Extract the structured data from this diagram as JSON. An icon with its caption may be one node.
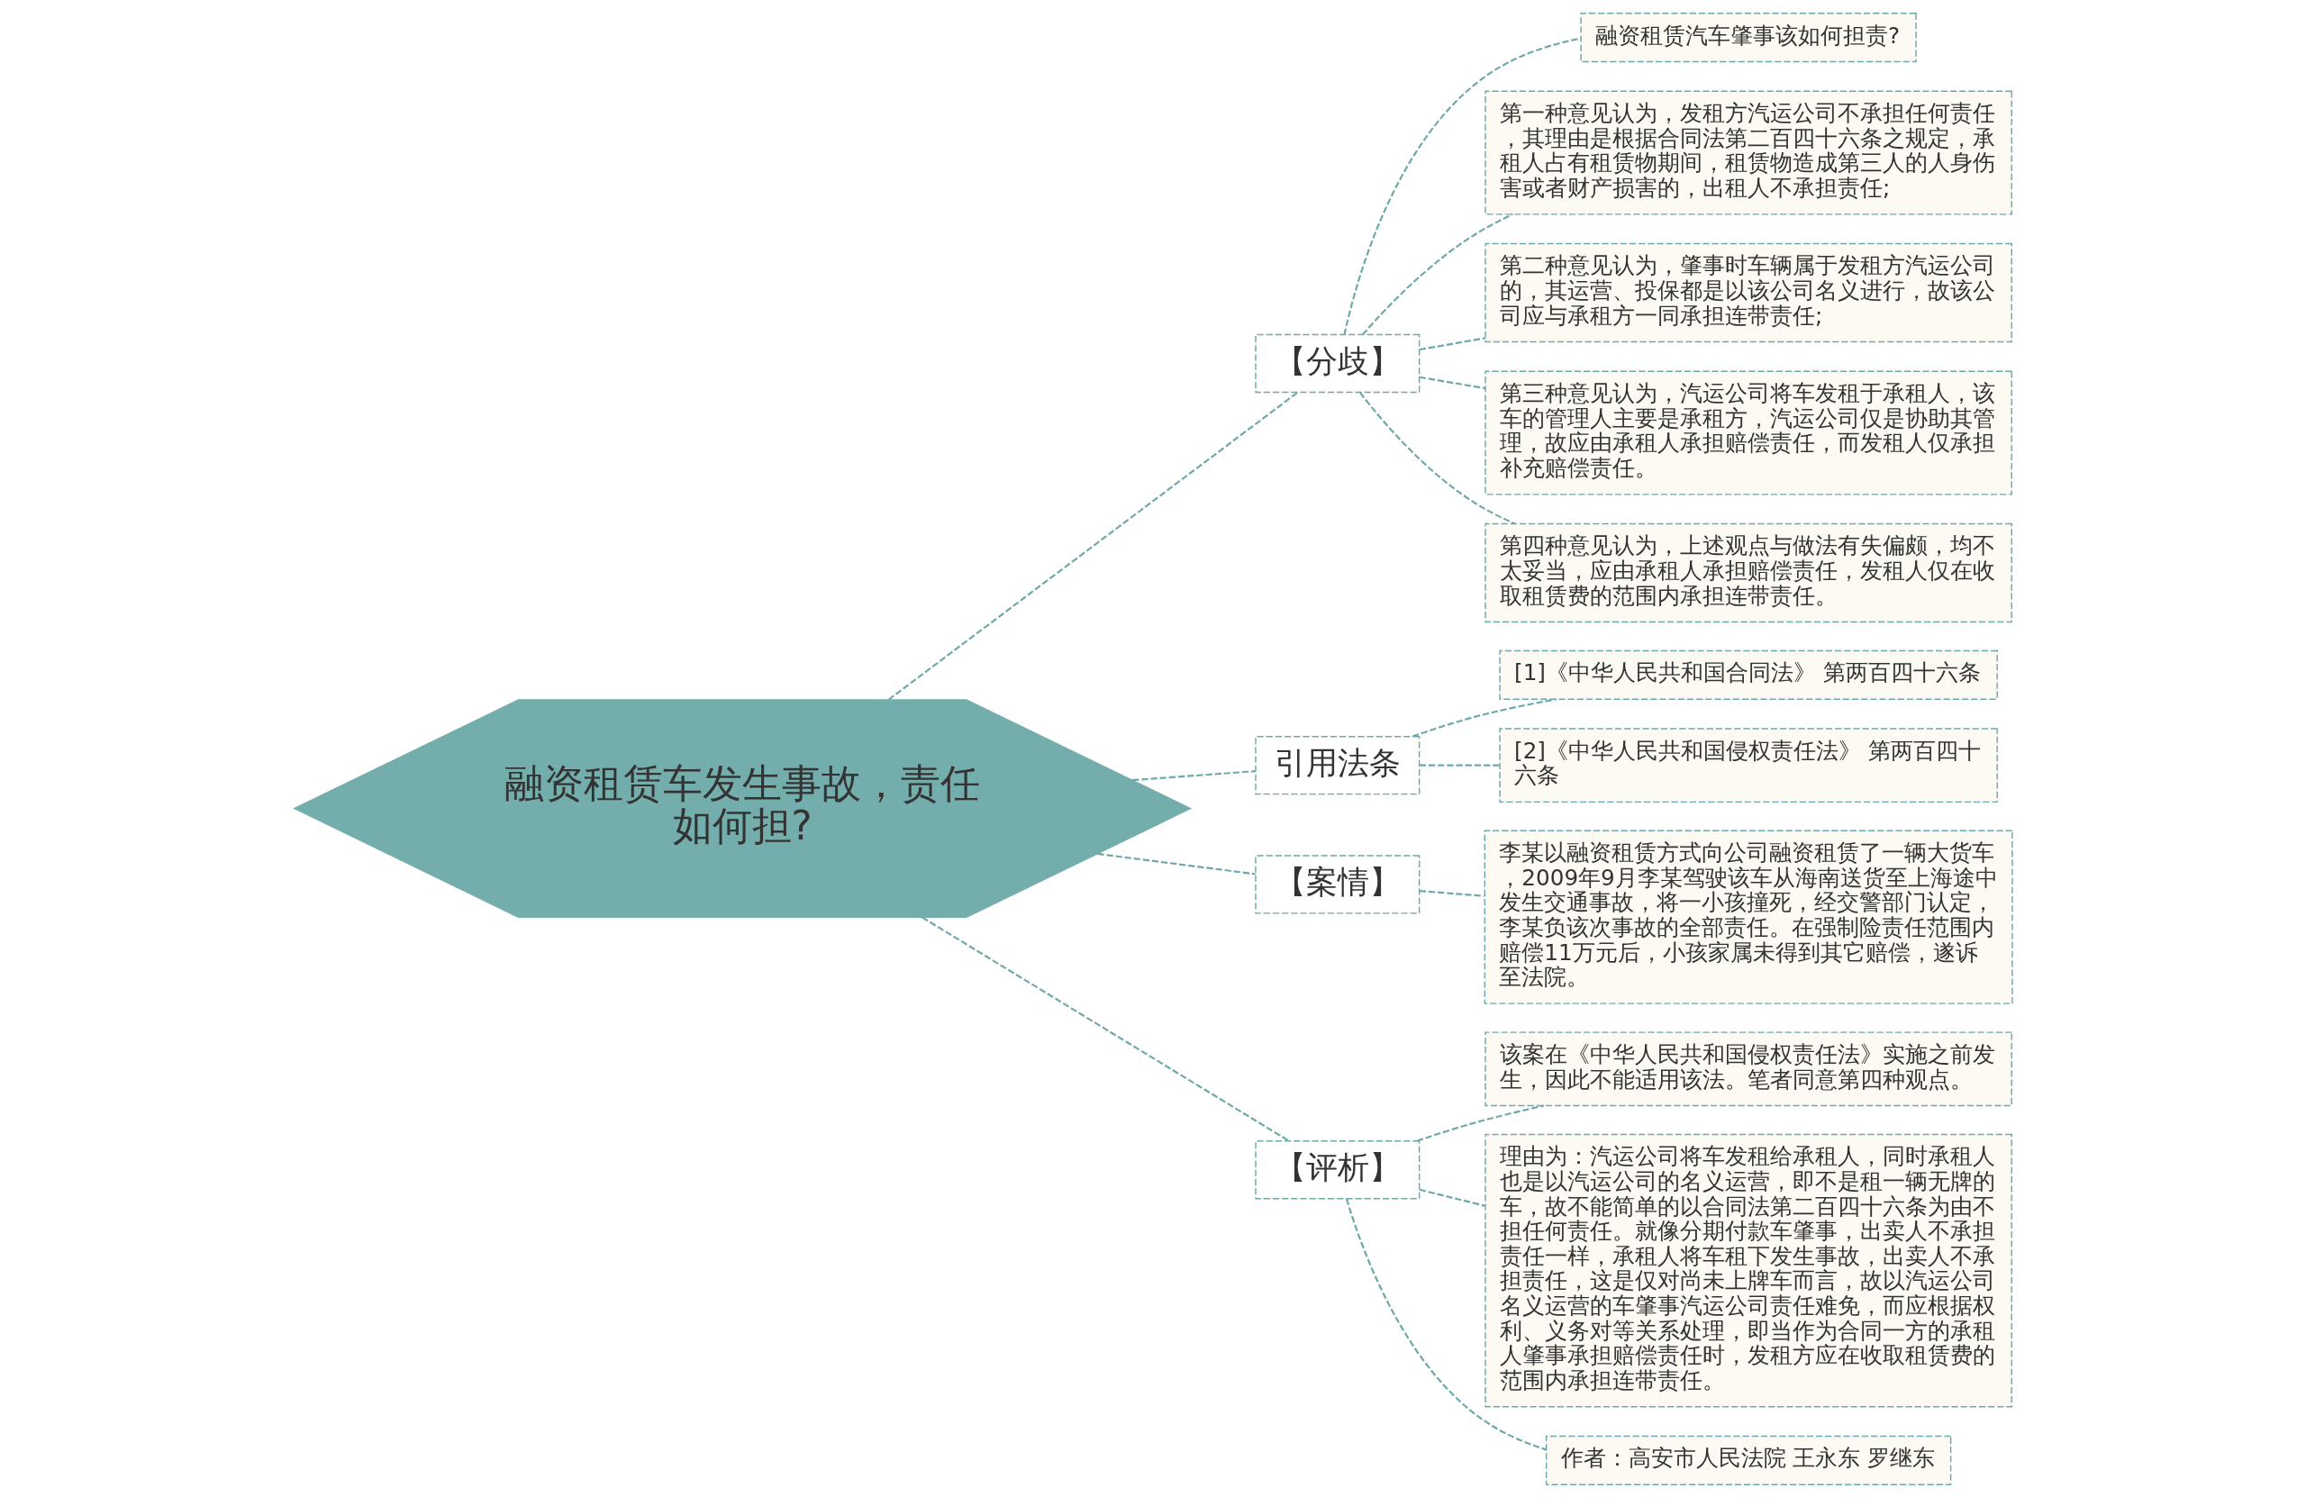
{
  "diagram": {
    "nodes": [
      {
        "text": [
          "融资租赁车发生事故，责任如何担?"
        ]
      },
      {
        "text": [
          "【分歧】"
        ]
      },
      {
        "text": [
          "融资租赁汽车肇事该如何担责?"
        ]
      },
      {
        "text": [
          "第一种意见认为，发租方汽运公司不承担任何责任，其理由是根据合同法第二百四十六条之规定，承租人占有租赁物期间，租赁物造成第三人的人身伤害或者财产损害的，出租人不承担责任;"
        ]
      },
      {
        "text": [
          "第二种意见认为，肇事时车辆属于发租方汽运公司的，其运营、投保都是以该公司名义进行，故该公司应与承租方一同承担连带责任;"
        ]
      },
      {
        "text": [
          "第三种意见认为，汽运公司将车发租于承租人，该车的管理人主要是承租方，汽运公司仅是协助其管理，故应由承租人承担赔偿责任，而发租人仅承担补充赔偿责任。"
        ]
      },
      {
        "text": [
          "第四种意见认为，上述观点与做法有失偏颇，均不太妥当，应由承租人承担赔偿责任，发租人仅在收取租赁费的范围内承担连带责任。"
        ]
      },
      {
        "text": [
          "引用法条"
        ]
      },
      {
        "text": [
          "[1]《中华人民共和国合同法》 第两百四十六条"
        ]
      },
      {
        "text": [
          "[2]《中华人民共和国侵权责任法》 第两百四十六条"
        ]
      },
      {
        "text": [
          "【案情】"
        ]
      },
      {
        "text": [
          "李某以融资租赁方式向公司融资租赁了一辆大货车，2009年9月李某驾驶该车从海南送货至上海途中发生交通事故，将一小孩撞死，经交警部门认定，李某负该次事故的全部责任。在强制险责任范围内赔偿11万元后，小孩家属未得到其它赔偿，遂诉至法院。"
        ]
      },
      {
        "text": [
          "【评析】"
        ]
      },
      {
        "text": [
          "该案在《中华人民共和国侵权责任法》实施之前发生，因此不能适用该法。笔者同意第四种观点。"
        ]
      },
      {
        "text": [
          "理由为：汽运公司将车发租给承租人，同时承租人也是以汽运公司的名义运营，即不是租一辆无牌的车，故不能简单的以合同法第二百四十六条为由不担任何责任。就像分期付款车肇事，出卖人不承担责任一样，承租人将车租下发生事故，出卖人不承担责任，这是仅对尚未上牌车而言，故以汽运公司名义运营的车肇事汽运公司责任难免，而应根据权利、义务对等关系处理，即当作为合同一方的承租人肇事承担赔偿责任时，发租方应在收取租赁费的范围内承担连带责任。"
        ]
      },
      {
        "text": [
          "作者：高安市人民法院 王永东 罗继东"
        ]
      }
    ],
    "edges": [
      {
        "from": 0,
        "to": 1,
        "arrow": "none"
      },
      {
        "from": 1,
        "to": 2,
        "arrow": "none"
      },
      {
        "from": 1,
        "to": 3,
        "arrow": "none"
      },
      {
        "from": 1,
        "to": 4,
        "arrow": "none"
      },
      {
        "from": 1,
        "to": 5,
        "arrow": "none"
      },
      {
        "from": 1,
        "to": 6,
        "arrow": "none"
      },
      {
        "from": 0,
        "to": 7,
        "arrow": "none"
      },
      {
        "from": 7,
        "to": 8,
        "arrow": "none"
      },
      {
        "from": 7,
        "to": 9,
        "arrow": "none"
      },
      {
        "from": 0,
        "to": 10,
        "arrow": "none"
      },
      {
        "from": 10,
        "to": 11,
        "arrow": "none"
      },
      {
        "from": 0,
        "to": 12,
        "arrow": "none"
      },
      {
        "from": 12,
        "to": 13,
        "arrow": "none"
      },
      {
        "from": 12,
        "to": 14,
        "arrow": "none"
      },
      {
        "from": 12,
        "to": 15,
        "arrow": "none"
      }
    ]
  }
}
